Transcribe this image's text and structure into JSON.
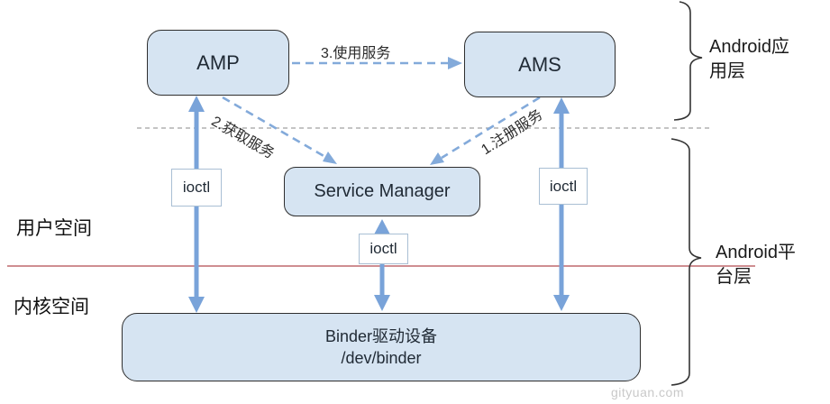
{
  "colors": {
    "node_fill": "#d6e4f2",
    "node_border": "#2e2e2e",
    "solid_arrow": "#79a3d9",
    "dashed_arrow": "#83aada",
    "separator_dashed": "#b0b0b0",
    "separator_red": "#cf8e92",
    "watermark": "#c9c9c9",
    "ioctl_border": "#a9bfd4"
  },
  "nodes": {
    "amp": {
      "label": "AMP"
    },
    "ams": {
      "label": "AMS"
    },
    "service_manager": {
      "label": "Service Manager"
    },
    "binder_driver": {
      "label_line1": "Binder驱动设备",
      "label_line2": "/dev/binder"
    }
  },
  "edges": {
    "register_service": {
      "label": "1.注册服务"
    },
    "get_service": {
      "label": "2.获取服务"
    },
    "use_service": {
      "label": "3.使用服务"
    },
    "ioctl_left": {
      "label": "ioctl"
    },
    "ioctl_middle": {
      "label": "ioctl"
    },
    "ioctl_right": {
      "label": "ioctl"
    }
  },
  "regions": {
    "user_space": {
      "label": "用户空间"
    },
    "kernel_space": {
      "label": "内核空间"
    }
  },
  "layers": {
    "app_layer": {
      "label": "Android应用层"
    },
    "platform_layer": {
      "label": "Android平台层"
    }
  },
  "watermark": {
    "text": "gityuan.com"
  }
}
